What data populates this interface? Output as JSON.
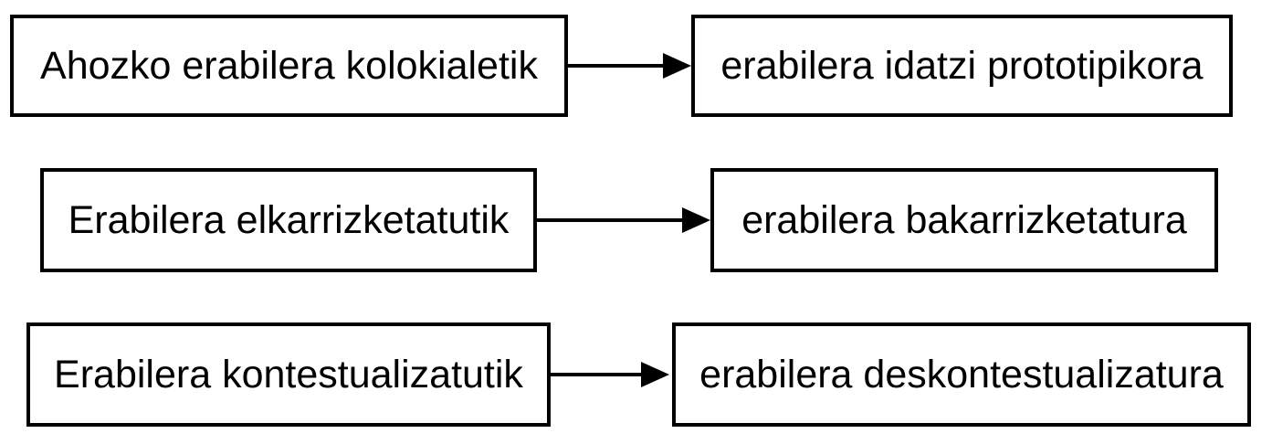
{
  "diagram": {
    "background_color": "#ffffff",
    "stroke_color": "#000000",
    "text_color": "#000000",
    "rows": [
      {
        "source": "Ahozko erabilera kolokialetik",
        "target": "erabilera idatzi prototipikora"
      },
      {
        "source": "Erabilera elkarrizketatutik",
        "target": "erabilera bakarrizketatura"
      },
      {
        "source": "Erabilera kontestualizatutik",
        "target": "erabilera deskontestualizatura"
      }
    ]
  }
}
